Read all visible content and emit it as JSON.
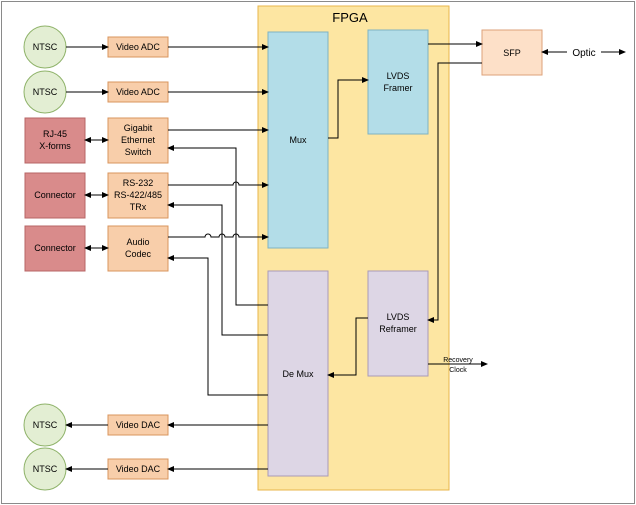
{
  "diagram": {
    "fpga_title": "FPGA",
    "blocks": {
      "ntsc_in_1": "NTSC",
      "ntsc_in_2": "NTSC",
      "rj45": [
        "RJ-45",
        "X-forms"
      ],
      "connector_1": "Connector",
      "connector_2": "Connector",
      "ntsc_out_1": "NTSC",
      "ntsc_out_2": "NTSC",
      "video_adc_1": "Video ADC",
      "video_adc_2": "Video ADC",
      "gig_switch": [
        "Gigabit",
        "Ethernet",
        "Switch"
      ],
      "rs_trx": [
        "RS-232",
        "RS-422/485",
        "TRx"
      ],
      "audio_codec": [
        "Audio",
        "Codec"
      ],
      "video_dac_1": "Video DAC",
      "video_dac_2": "Video DAC",
      "mux": "Mux",
      "demux": "De Mux",
      "lvds_framer": [
        "LVDS",
        "Framer"
      ],
      "lvds_reframer": [
        "LVDS",
        "Reframer"
      ],
      "sfp": "SFP"
    },
    "optic_label": "Optic",
    "recovery_clock": [
      "Recovery",
      "Clock"
    ],
    "colors": {
      "fpga_fill": "#fde6a2",
      "fpga_stroke": "#e8b64a",
      "circle_fill": "#e3eed3",
      "circle_stroke": "#8fb36a",
      "orange_fill": "#f8ceaa",
      "orange_stroke": "#d9955d",
      "red_fill": "#d98b8b",
      "red_stroke": "#b76565",
      "blue_fill": "#b3dde8",
      "blue_stroke": "#7fb2c2",
      "lavender_fill": "#ddd6e5",
      "lavender_stroke": "#a99bb8",
      "sfp_fill": "#fde0c8",
      "sfp_stroke": "#dda27a"
    }
  }
}
